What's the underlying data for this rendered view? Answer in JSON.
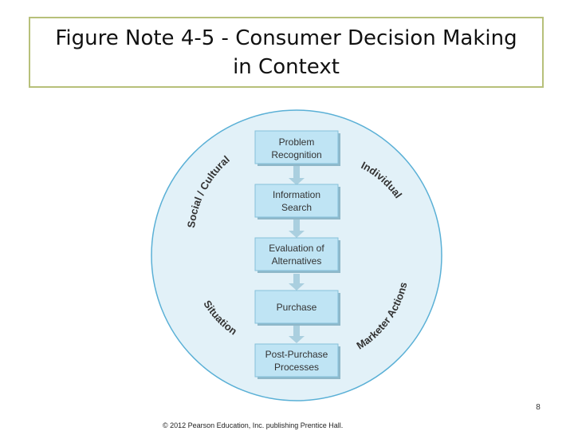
{
  "title": {
    "line1": "Figure Note 4-5 - Consumer Decision Making",
    "line2": "in Context"
  },
  "diagram": {
    "steps": [
      {
        "line1": "Problem",
        "line2": "Recognition"
      },
      {
        "line1": "Information",
        "line2": "Search"
      },
      {
        "line1": "Evaluation of",
        "line2": "Alternatives"
      },
      {
        "line1": "Purchase",
        "line2": ""
      },
      {
        "line1": "Post-Purchase",
        "line2": "Processes"
      }
    ],
    "context_labels": {
      "social_cultural": "Social / Cultural",
      "individual": "Individual",
      "situation": "Situation",
      "marketer_actions": "Marketer Actions"
    },
    "colors": {
      "circle_fill": "#e2f1f8",
      "circle_stroke": "#5ab0d6",
      "box_fill": "#bfe4f4",
      "box_border": "#86c1da",
      "arrow": "#aacfdf",
      "text": "#333333"
    }
  },
  "footer": {
    "slide_number": "8",
    "copyright": "© 2012 Pearson Education, Inc. publishing Prentice Hall."
  }
}
